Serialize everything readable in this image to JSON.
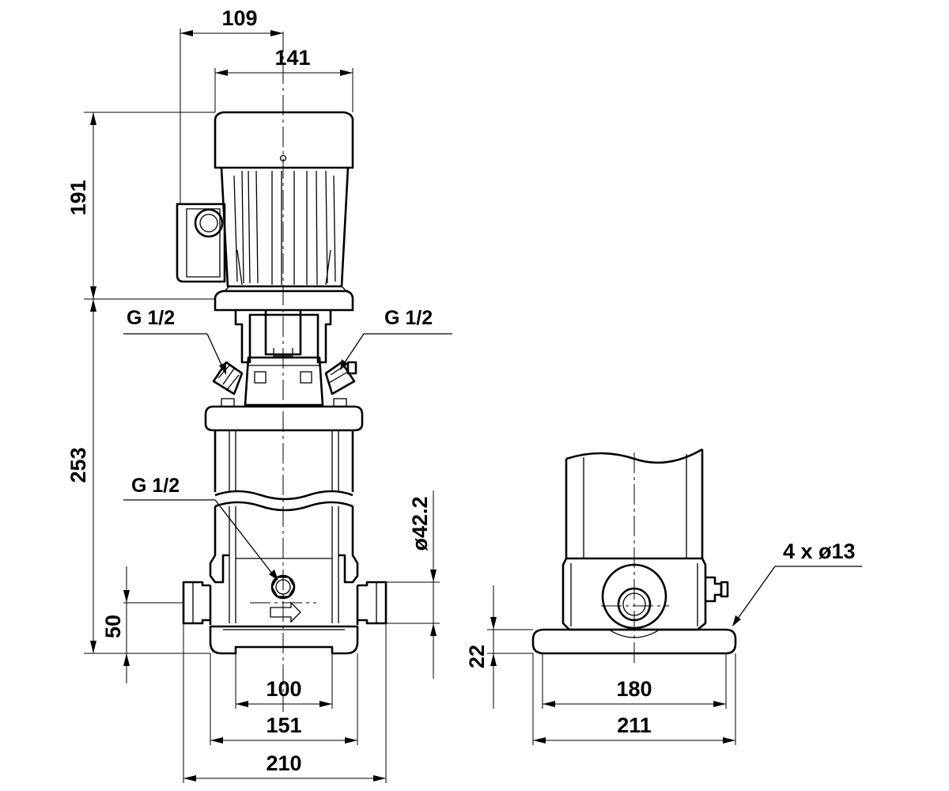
{
  "dimensions": {
    "motor_offset": "109",
    "motor_width": "141",
    "motor_height": "191",
    "pump_height": "253",
    "inlet_height": "50",
    "port_spacing": "100",
    "base_width_inner": "151",
    "overall_width": "210",
    "pipe_diameter": "ø42.2",
    "foot_height": "22",
    "foot_hole_spacing": "180",
    "foot_width": "211",
    "mounting_holes": "4 x ø13"
  },
  "labels": {
    "port_top_left": "G 1/2",
    "port_top_right": "G 1/2",
    "port_bottom": "G 1/2"
  }
}
